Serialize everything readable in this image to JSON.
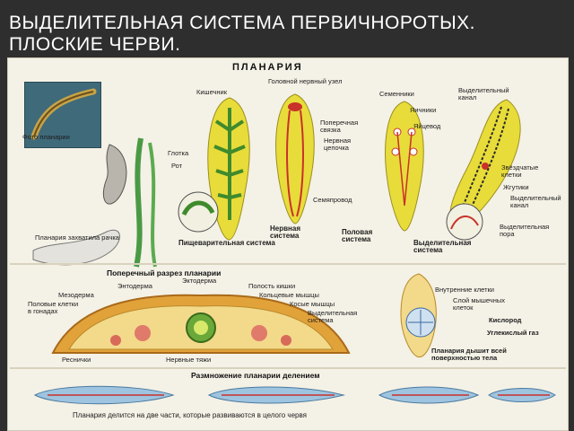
{
  "slide": {
    "title_line1": "Выделительная система первичноротых.",
    "title_line2": "Плоские черви."
  },
  "plate": {
    "heading": "ПЛАНАРИЯ",
    "top": {
      "photo_label": "Фото планарии",
      "prey_label": "Планария захватила рачка",
      "intestine": "Кишечник",
      "pharynx": "Глотка",
      "mouth": "Рот",
      "head_ganglion": "Головной нервный узел",
      "cross_connection": "Поперечная связка",
      "nerve_chain": "Нервная цепочка",
      "testes": "Семенники",
      "ovaries": "Яичники",
      "oviduct": "Яйцевод",
      "sperm_duct": "Семяпровод",
      "excretory_canal": "Выделительный канал",
      "star_cells": "Звёздчатые клетки",
      "flame_cells": "Жгутики",
      "excretory_canal_2": "Выделительный канал",
      "excretory_pore": "Выделительная пора",
      "digestive_system": "Пищеварительная система",
      "nervous_system": "Нервная система",
      "reproductive_system": "Половая система",
      "excretory_system": "Выделительная система"
    },
    "section": {
      "heading": "Поперечный разрез планарии",
      "entoderm": "Энтодерма",
      "ectoderm": "Эктодерма",
      "mesoderm": "Мезодерма",
      "gut_cavity": "Полость кишки",
      "ring_muscles": "Кольцевые мышцы",
      "gonad_cells": "Половые клетки в гонадах",
      "oblique_muscles": "Косые мышцы",
      "excretory": "Выделительная система",
      "cilia": "Реснички",
      "nerve_cords": "Нервные тяжи"
    },
    "respiration": {
      "inner_cells": "Внутренние клетки",
      "muscle_layer": "Слой мышечных клеток",
      "oxygen": "Кислород",
      "co2": "Углекислый газ",
      "caption": "Планария дышит всей поверхностью тела"
    },
    "division": {
      "heading": "Размножение планарии делением",
      "caption": "Планария делится на две части, которые развиваются в целого червя"
    }
  },
  "colors": {
    "body_yellow": "#e8dc3a",
    "gut_green": "#3f8a2c",
    "nerve_red": "#c8322a",
    "section_orange": "#e2a23a",
    "division_blue": "#9ec4e0"
  }
}
